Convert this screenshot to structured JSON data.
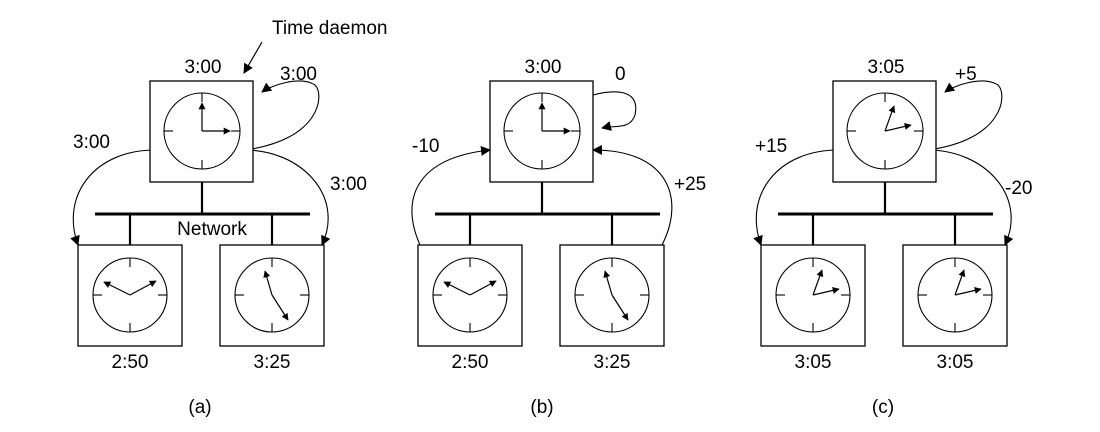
{
  "panels": [
    {
      "caption": "(a)",
      "daemon_label": "Time daemon",
      "daemon_time": "3:00",
      "bus_label": "Network",
      "self_value": "3:00",
      "left_value": "3:00",
      "right_value": "3:00",
      "left_time": "2:50",
      "right_time": "3:25"
    },
    {
      "caption": "(b)",
      "daemon_time": "3:00",
      "self_value": "0",
      "left_value": "-10",
      "right_value": "+25",
      "left_time": "2:50",
      "right_time": "3:25"
    },
    {
      "caption": "(c)",
      "daemon_time": "3:05",
      "self_value": "+5",
      "left_value": "+15",
      "right_value": "-20",
      "left_time": "3:05",
      "right_time": "3:05"
    }
  ]
}
